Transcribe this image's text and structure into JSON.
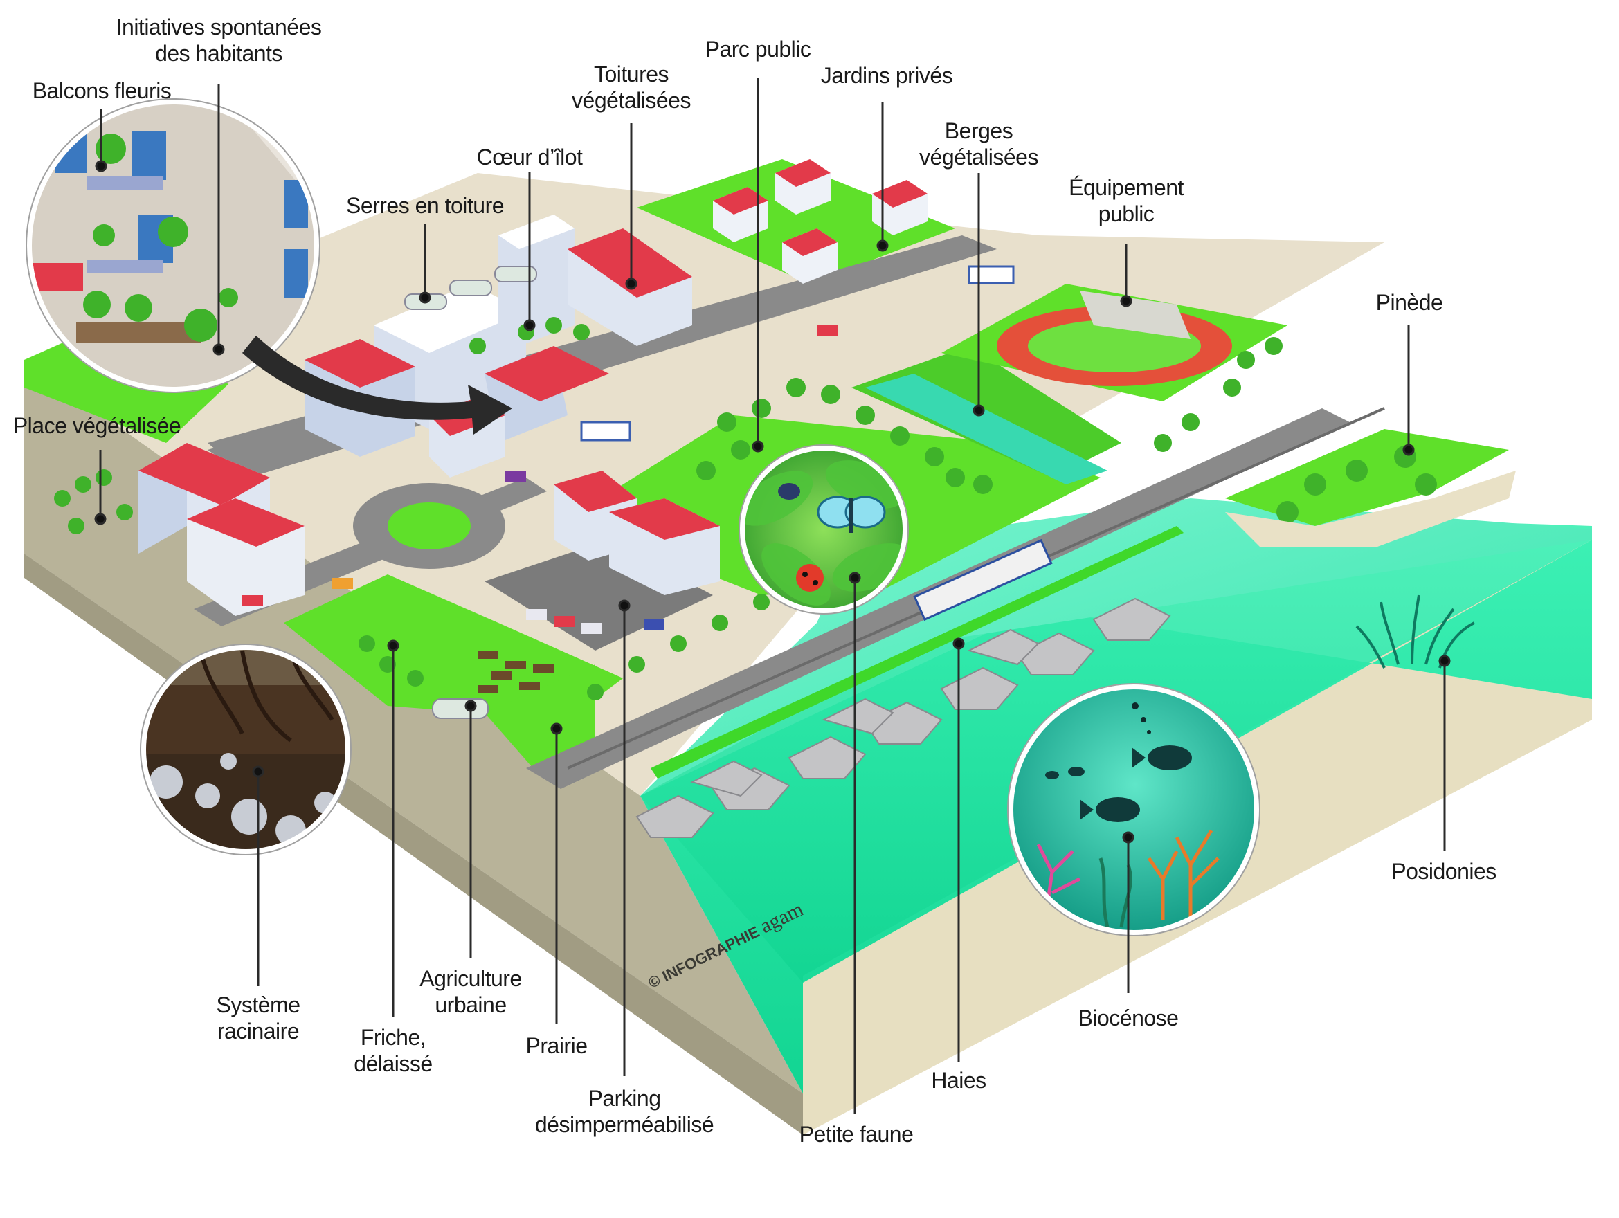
{
  "labels": {
    "initiatives": [
      "Initiatives spontanées",
      "des habitants"
    ],
    "balcons": [
      "Balcons fleuris"
    ],
    "toitures": [
      "Toitures",
      "végétalisées"
    ],
    "parc": [
      "Parc public"
    ],
    "jardins": [
      "Jardins privés"
    ],
    "coeur": [
      "Cœur d’îlot"
    ],
    "serres": [
      "Serres en toiture"
    ],
    "berges": [
      "Berges",
      "végétalisées"
    ],
    "equipement": [
      "Équipement",
      "public"
    ],
    "place": [
      "Place végétalisée"
    ],
    "pinede": [
      "Pinède"
    ],
    "posidonies": [
      "Posidonies"
    ],
    "biocenose": [
      "Biocénose"
    ],
    "haies": [
      "Haies"
    ],
    "petite_faune": [
      "Petite faune"
    ],
    "parking": [
      "Parking",
      "désimperméabilisé"
    ],
    "prairie": [
      "Prairie"
    ],
    "agriculture": [
      "Agriculture",
      "urbaine"
    ],
    "friche": [
      "Friche,",
      "délaissé"
    ],
    "systeme": [
      "Système",
      "racinaire"
    ]
  },
  "credit": {
    "prefix": "© INFOGRAPHIE",
    "brand": "agam"
  },
  "colors": {
    "grass": "#5fe02a",
    "grass_dark": "#3fa81a",
    "road": "#8a8a8a",
    "sidewalk": "#e8e0cc",
    "sea": "#2fe9a8",
    "sea_dark": "#19c68a",
    "soil_face": "#b9b49a",
    "roof": "#e23a4a",
    "building": "#c9d5e8"
  }
}
